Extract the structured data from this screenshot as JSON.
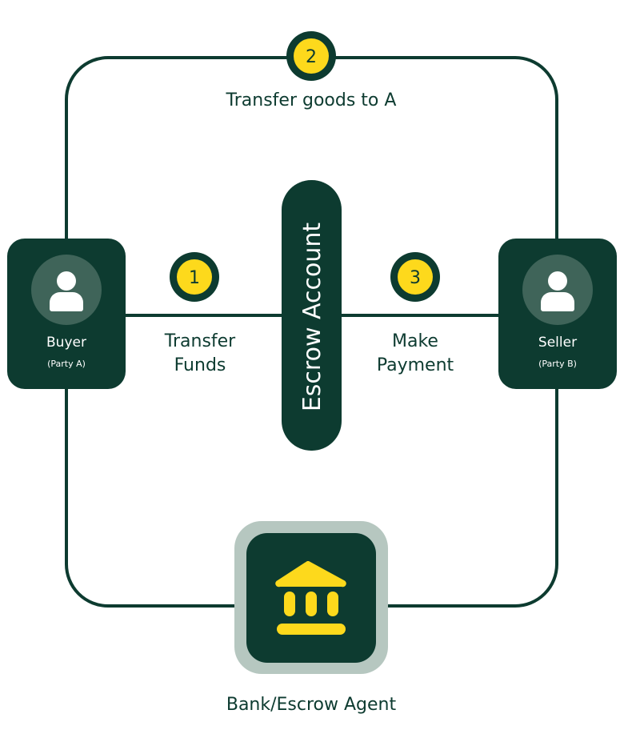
{
  "colors": {
    "dark": "#0d3b30",
    "accent": "#fdd91c",
    "avatar": "#3f6459",
    "frame": "#b6c7c0"
  },
  "steps": [
    {
      "number": "1",
      "label_lines": [
        "Transfer",
        "Funds"
      ]
    },
    {
      "number": "2",
      "label": "Transfer goods to A"
    },
    {
      "number": "3",
      "label_lines": [
        "Make",
        "Payment"
      ]
    }
  ],
  "buyer": {
    "title": "Buyer",
    "subtitle": "(Party A)",
    "icon": "user-icon"
  },
  "seller": {
    "title": "Seller",
    "subtitle": "(Party B)",
    "icon": "user-icon"
  },
  "escrow": {
    "label": "Escrow Account"
  },
  "bank": {
    "label": "Bank/Escrow Agent",
    "icon": "bank-icon"
  }
}
